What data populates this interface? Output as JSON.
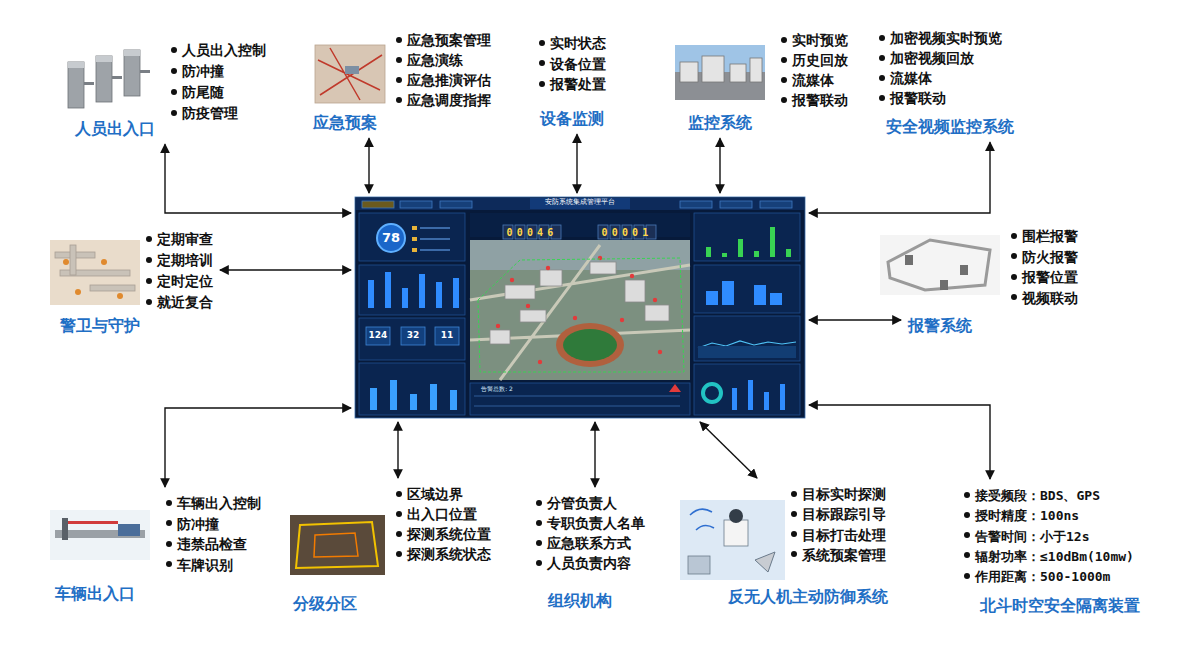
{
  "diagram": {
    "nodes": [
      {
        "text": [
          "人员出入口",
          "人员出入控制",
          "防冲撞",
          "防尾随",
          "防疫管理"
        ]
      },
      {
        "text": [
          "应急预案",
          "应急预案管理",
          "应急演练",
          "应急推演评估",
          "应急调度指挥"
        ]
      },
      {
        "text": [
          "设备监测",
          "实时状态",
          "设备位置",
          "报警处置"
        ]
      },
      {
        "text": [
          "监控系统",
          "实时预览",
          "历史回放",
          "流媒体",
          "报警联动"
        ]
      },
      {
        "text": [
          "安全视频监控系统",
          "加密视频实时预览",
          "加密视频回放",
          "流媒体",
          "报警联动"
        ]
      },
      {
        "text": [
          "警卫与守护",
          "定期审查",
          "定期培训",
          "定时定位",
          "就近复合"
        ]
      },
      {
        "text": [
          "安防系统集成管理平台"
        ]
      },
      {
        "text": [
          "报警系统",
          "围栏报警",
          "防火报警",
          "报警位置",
          "视频联动"
        ]
      },
      {
        "text": [
          "车辆出入口",
          "车辆出入控制",
          "防冲撞",
          "违禁品检查",
          "车牌识别"
        ]
      },
      {
        "text": [
          "分级分区",
          "区域边界",
          "出入口位置",
          "探测系统位置",
          "探测系统状态"
        ]
      },
      {
        "text": [
          "组织机构",
          "分管负责人",
          "专职负责人名单",
          "应急联系方式",
          "人员负责内容"
        ]
      },
      {
        "text": [
          "反无人机主动防御系统",
          "目标实时探测",
          "目标跟踪引导",
          "目标打击处理",
          "系统预案管理"
        ]
      },
      {
        "text": [
          "北斗时空安全隔离装置",
          "接受频段：BDS、GPS",
          "授时精度：100ns",
          "告警时间：小于12s",
          "辐射功率：≤10dBm(10mw)",
          "作用距离：500-1000m"
        ]
      }
    ],
    "edges": [
      {
        "from": 0,
        "to": 6,
        "arrow": "both"
      },
      {
        "from": 1,
        "to": 6,
        "arrow": "both"
      },
      {
        "from": 2,
        "to": 6,
        "arrow": "both"
      },
      {
        "from": 3,
        "to": 6,
        "arrow": "both"
      },
      {
        "from": 4,
        "to": 6,
        "arrow": "both"
      },
      {
        "from": 5,
        "to": 6,
        "arrow": "both"
      },
      {
        "from": 7,
        "to": 6,
        "arrow": "both"
      },
      {
        "from": 8,
        "to": 6,
        "arrow": "both"
      },
      {
        "from": 9,
        "to": 6,
        "arrow": "both"
      },
      {
        "from": 10,
        "to": 6,
        "arrow": "both"
      },
      {
        "from": 11,
        "to": 6,
        "arrow": "both"
      },
      {
        "from": 12,
        "to": 6,
        "arrow": "both"
      }
    ],
    "labels": [
      "78",
      "00046",
      "00001",
      "124",
      "32",
      "11",
      "告警总数: 2"
    ]
  }
}
